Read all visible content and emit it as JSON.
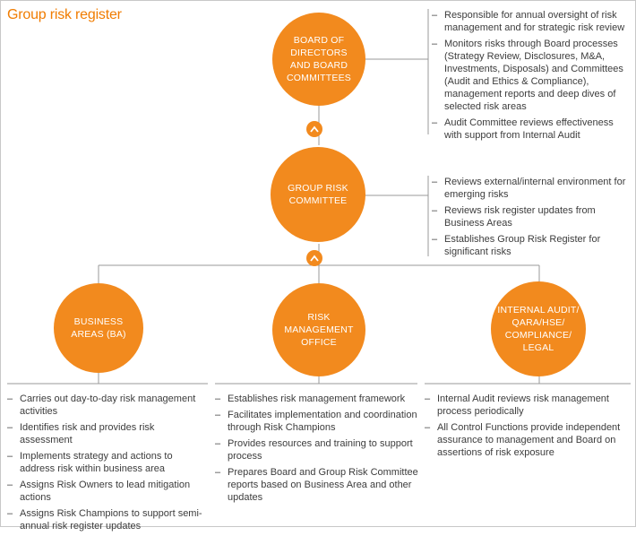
{
  "title": "Group risk register",
  "colors": {
    "accent": "#f28a1e",
    "title": "#f07c00",
    "line": "#999999"
  },
  "nodes": {
    "board": {
      "label": "BOARD OF\nDIRECTORS\nAND BOARD\nCOMMITTEES",
      "bullets": [
        "Responsible for annual oversight of risk management and for strategic risk review",
        "Monitors risks through Board processes (Strategy Review, Disclosures, M&A, Investments, Disposals) and Committees (Audit and Ethics & Compliance), management reports and deep dives of selected risk areas",
        "Audit Committee reviews effectiveness with support from Internal Audit"
      ]
    },
    "grc": {
      "label": "GROUP RISK\nCOMMITTEE",
      "bullets": [
        "Reviews external/internal environment for emerging risks",
        "Reviews risk register updates from Business Areas",
        "Establishes Group Risk Register for significant risks"
      ]
    },
    "ba": {
      "label": "BUSINESS\nAREAS (BA)",
      "bullets": [
        "Carries out day-to-day risk management activities",
        "Identifies risk and provides risk assessment",
        "Implements strategy and actions to address risk within business area",
        "Assigns Risk Owners to lead mitigation actions",
        "Assigns Risk Champions to support semi-annual risk register updates"
      ]
    },
    "rmo": {
      "label": "RISK\nMANAGEMENT\nOFFICE",
      "bullets": [
        "Establishes risk management framework",
        "Facilitates implementation and coordination through Risk Champions",
        "Provides resources and training to support process",
        "Prepares Board and Group Risk Committee reports based on Business Area and other updates"
      ]
    },
    "ia": {
      "label": "INTERNAL AUDIT/\nQARA/HSE/\nCOMPLIANCE/\nLEGAL",
      "bullets": [
        "Internal Audit reviews risk management process periodically",
        "All Control Functions provide independent assurance to management and Board on assertions of risk exposure"
      ]
    }
  }
}
